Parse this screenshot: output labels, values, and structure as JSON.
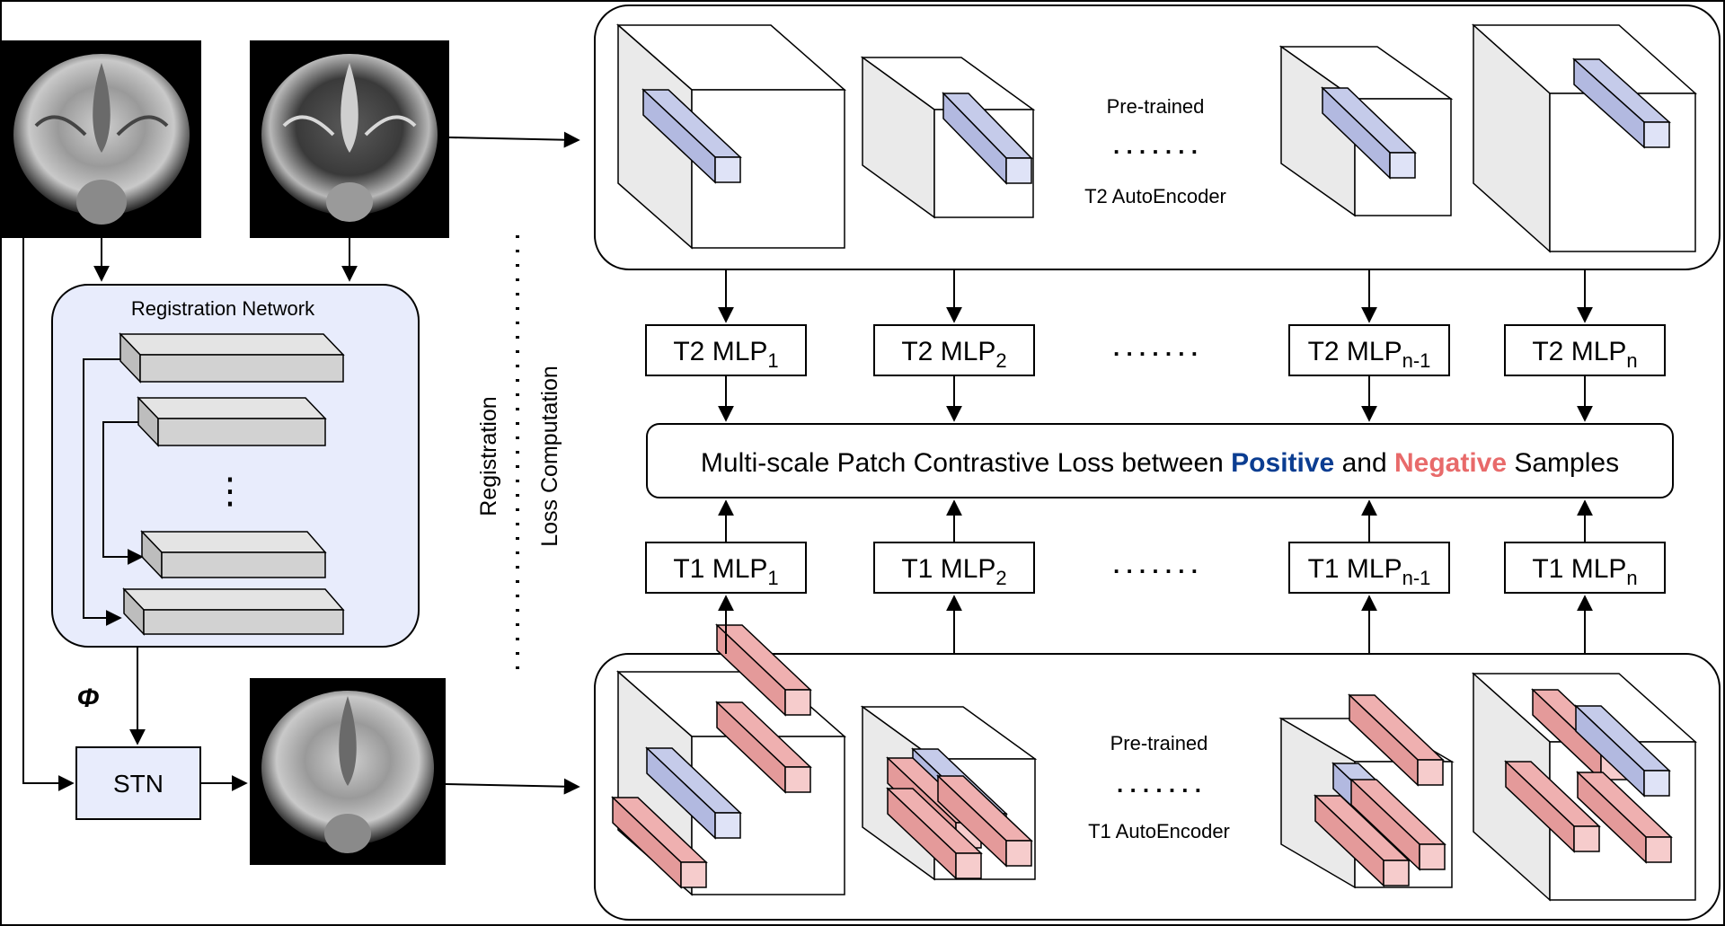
{
  "colors": {
    "line": "#000000",
    "panel_fill": "#e8ecfc",
    "positive": "#0b3d91",
    "negative": "#e86a6a",
    "patch_blue": "#d7dbf3",
    "patch_red": "#f3c4c4",
    "layer_gray": "#d2d2d2"
  },
  "images": {
    "t1_input_label": "",
    "t2_input_label": "",
    "warped_label": ""
  },
  "registration": {
    "title": "Registration Network",
    "phi": "Φ",
    "stn": "STN",
    "dots": "⋮"
  },
  "loss_computation": {
    "line1": "Registration",
    "line2": "Loss Computation"
  },
  "t2_encoder": {
    "line1": "Pre-trained",
    "line2": "T2 AutoEncoder",
    "dots": ". . . . . . ."
  },
  "t1_encoder": {
    "line1": "Pre-trained",
    "line2": "T1 AutoEncoder",
    "dots": ". . . . . . ."
  },
  "t2_mlps": [
    {
      "base": "T2 MLP",
      "sub": "1"
    },
    {
      "base": "T2 MLP",
      "sub": "2"
    },
    {
      "base": "T2 MLP",
      "sub": "n-1"
    },
    {
      "base": "T2 MLP",
      "sub": "n"
    }
  ],
  "t1_mlps": [
    {
      "base": "T1 MLP",
      "sub": "1"
    },
    {
      "base": "T1 MLP",
      "sub": "2"
    },
    {
      "base": "T1 MLP",
      "sub": "n-1"
    },
    {
      "base": "T1 MLP",
      "sub": "n"
    }
  ],
  "mlp_dots": ". . . . . . .",
  "loss": {
    "prefix": "Multi-scale Patch Contrastive Loss between ",
    "positive": "Positive",
    "middle": " and ",
    "negative": "Negative",
    "suffix": " Samples"
  }
}
